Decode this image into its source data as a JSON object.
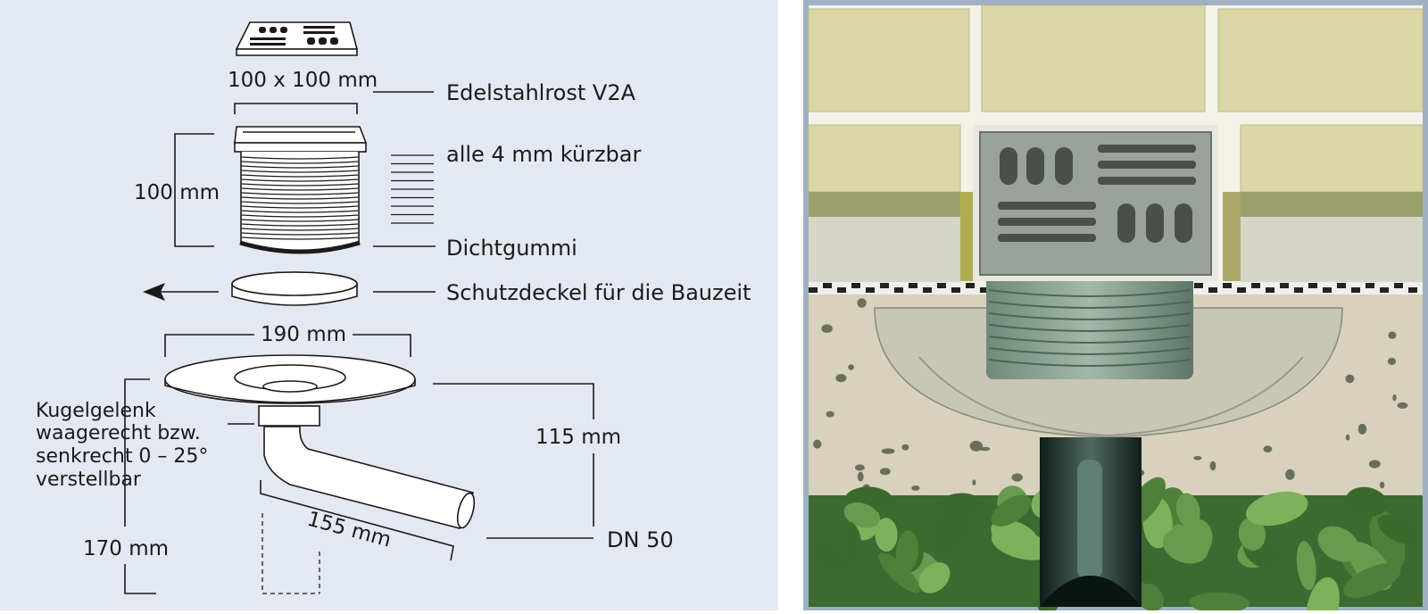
{
  "labels": {
    "grate_size": "100 x 100 mm",
    "grate": "Edelstahlrost V2A",
    "shortenable": "alle 4 mm kürzbar",
    "height_100": "100 mm",
    "gasket": "Dichtgummi",
    "protective_cover": "Schutzdeckel für die Bauzeit",
    "flange_width": "190 mm",
    "ball_joint_1": "Kugelgelenk",
    "ball_joint_2": "waagerecht bzw.",
    "ball_joint_3": "senkrecht 0 – 25°",
    "ball_joint_4": "verstellbar",
    "height_115": "115 mm",
    "height_170": "170 mm",
    "pipe_length": "155 mm",
    "pipe_size": "DN 50"
  },
  "colors": {
    "diagram_bg": "#e4e8f2",
    "line": "#1a1a1a",
    "tile": "#d9d7a6",
    "grout": "#f2f1e8",
    "concrete": "#d7d1bd",
    "drain_green": "#8fa597",
    "leaves": "#4d7a3c"
  }
}
